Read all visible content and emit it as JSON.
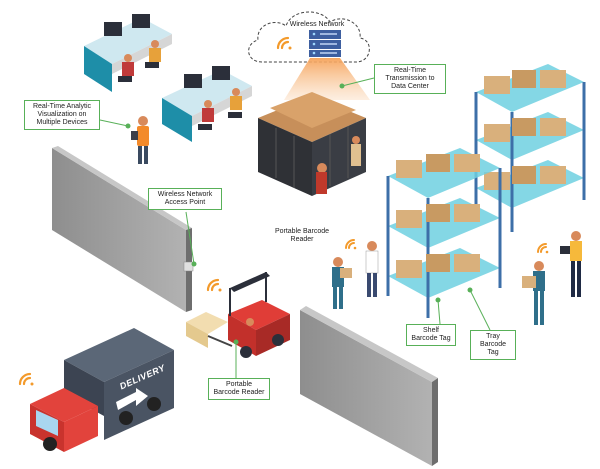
{
  "cloud": {
    "title": "Wireless Network"
  },
  "labels": {
    "transmission": "Real-Time Transmission to Data Center",
    "analytics": "Real-Time Analytic Visualization on Multiple Devices",
    "access_point": "Wireless Network Access Point",
    "portable_reader_top": "Portable Barcode Reader",
    "portable_reader_bottom": "Portable Barcode Reader",
    "shelf_tag": "Shelf Barcode Tag",
    "tray_tag": "Tray Barcode Tag"
  },
  "truck": {
    "text": "DELIVERY"
  },
  "colors": {
    "label_border": "#58b058",
    "accent_orange": "#f39a2b",
    "rack_blue": "#3d6fa8",
    "shelf_cyan": "#6fd0e0",
    "box": "#d9b07c",
    "wall": "#9a9a9a",
    "truck_red": "#e2433c",
    "truck_gray": "#4a5463",
    "forklift_red": "#e03d37"
  },
  "icons": [
    "wifi-icon",
    "cloud-icon",
    "server-icon",
    "arrow-icon"
  ]
}
